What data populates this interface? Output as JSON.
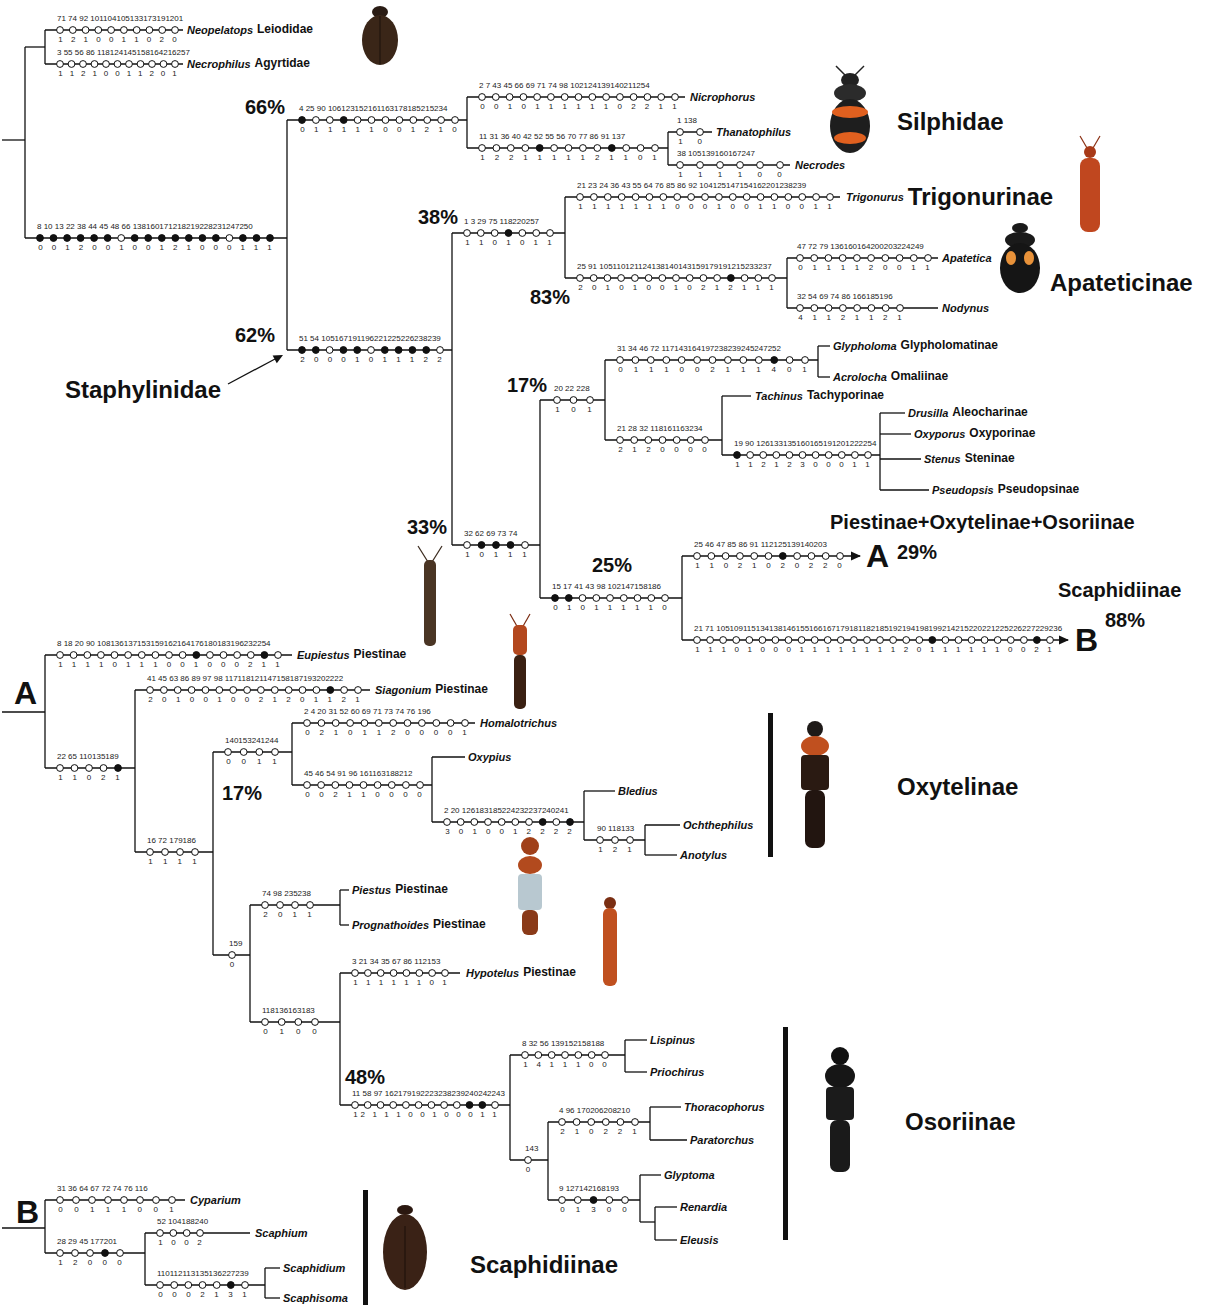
{
  "diagram": {
    "labels": [
      "71 74 92 101104105133173191201",
      "1 2 1 0 0 1 1 0 2 0",
      "Neopelatops",
      "Leiodidae",
      "3 55 56 86 118124145158164216257",
      "1 1 2 1 0 0 1 1 2 0 1",
      "Necrophilus",
      "Agyrtidae",
      "8 10 13 22 38 44 45 48 66 138160171218219228231247250",
      "0 0 1 2 0 0 1 0 0 1 2 1 0 0 0 1 1 1",
      "66%",
      "4 25 90 106123152161163178185215234",
      "0 1 1 1 1 1 0 0 1 2 1 0",
      "2 7 43 45 66 69 71 74 98 102124139140211254",
      "0 0 1 0 1 1 1 1 1 1 0 2 2 1 1",
      "Nicrophorus",
      "11 31 36 40 42 52 55 56 70 77 86 91 137",
      "1 2 2 1 1 1 1 1 2 1 1 0 1",
      "1 138",
      "1 0",
      "Thanatophilus",
      "38 105139160167247",
      "1 1 1 1 0 0",
      "Necrodes",
      "Silphidae",
      "62%",
      "Staphylinidae",
      "51 54 105167191196221225226238239",
      "2 0 0 0 1 0 1 1 1 2 2",
      "38%",
      "1 3 29 75 118220257",
      "1 1 0 1 0 1 1",
      "21 23 24 36 43 55 64 76 85 86 92 104125147154162201238239",
      "1 1 1 1 1 1 1 0 0 0 1 0 0 1 1 0 0 1 1",
      "Trigonurus",
      "Trigonurinae",
      "83%",
      "25 91 105110121124138140143159179191215233237",
      "2 0 1 0 1 0 0 1 0 2 1 2 1 1 1",
      "47 72 79 136160164200203224249",
      "0 1 1 1 1 2 0 0 1 1",
      "Apatetica",
      "32 54 69 74 86 166185196",
      "4 1 1 2 1 1 2 1",
      "Nodynus",
      "Apateticinae",
      "33%",
      "32 62 69 73 74",
      "1 0 1 1 1",
      "17%",
      "20 22 228",
      "1 0 1",
      "31 34 46 72 117143164197238239245247252",
      "0 1 1 1 0 0 2 1 1 1 4 0 1",
      "Glypholoma",
      "Glypholomatinae",
      "Acrolocha",
      "Omaliinae",
      "21 28 32 118161163234",
      "2 1 2 0 0 0 0",
      "Tachinus",
      "Tachyporinae",
      "19 90 126133135160165191201222254",
      "1 1 2 1 2 3 0 0 0 1 1",
      "Drusilla",
      "Aleocharinae",
      "Oxyporus",
      "Oxyporinae",
      "Stenus",
      "Steninae",
      "Pseudopsis",
      "Pseudopsinae",
      "25%",
      "15 17 41 43 98 102147158186",
      "0 1 0 1 1 1 1 1 0",
      "Piestinae+Oxytelinae+Osoriinae",
      "25 46 47 85 86 91 112125139140203",
      "1 1 0 2 1 0 2 0 2 2 0",
      "A",
      "29%",
      "Scaphidiinae",
      "21 71 105109115134138146155166167179181182185192194198199214215220221225226227229236",
      "1 1 1 0 1 0 0 0 1 1 1 1 1 1 1 1 2 0 1 1 1 1 1 1 0 0 2 1",
      "B",
      "88%",
      "A",
      "8 18 20 90 108136137153159162164176180183196232254",
      "1 1 1 1 0 1 1 1 0 0 1 0 0 0 2 1 1",
      "Eupiestus",
      "Piestinae",
      "22 65 110135189",
      "1 1 0 2 1",
      "41 45 63 86 89 97 98 117118121147158187193202222",
      "2 0 1 0 0 1 0 0 2 1 2 0 1 1 2 1",
      "Siagonium",
      "Piestinae",
      "16 72 179186",
      "1 1 1 1",
      "140153241244",
      "0 0 1 1",
      "17%",
      "2 4 20 31 52 60 69 71 73 74 76 196",
      "0 2 1 0 1 1 2 0 0 0 0 1",
      "Homalotrichus",
      "45 46 54 91 96 161163188212",
      "0 0 2 1 1 0 0 0 0",
      "Oxypius",
      "2 20 126183185224232237240241",
      "3 0 1 0 0 1 2 2 2 2",
      "Bledius",
      "90 118133",
      "1 2 1",
      "Ochthephilus",
      "Anotylus",
      "Oxytelinae",
      "159",
      "0",
      "74 98 235238",
      "2 0 1 1",
      "Piestus",
      "Piestinae",
      "Prognathoides",
      "Piestinae",
      "118136163183",
      "0 1 0 0",
      "3 21 34 35 67 86 112153",
      "1 1 1 1 1 1 0 1",
      "Hypotelus",
      "Piestinae",
      "48%",
      "11 58 97 162179192223238239240242243",
      "12 1 1 1 0 0 1 0 0 0 1 1",
      "8 32 56 139152158188",
      "1 4 1 1 1 0 0",
      "Lispinus",
      "Priochirus",
      "143",
      "0",
      "4 96 170206208210",
      "2 1 0 2 2 1",
      "Thoracophorus",
      "Paratorchus",
      "9 127142168193",
      "0 1 3 0 0",
      "Glyptoma",
      "Renardia",
      "Eleusis",
      "Osoriinae",
      "B",
      "31 36 64 67 72 74 76 116",
      "0 0 1 1 1 0 0 1",
      "Cyparium",
      "28 29 45 177201",
      "1 2 0 0 0",
      "52 104188240",
      "1 0 0 2",
      "Scaphium",
      "110112113135136227239",
      "0 0 0 2 1 3 1",
      "Scaphidium",
      "Scaphisoma",
      "Scaphidiinae"
    ]
  }
}
